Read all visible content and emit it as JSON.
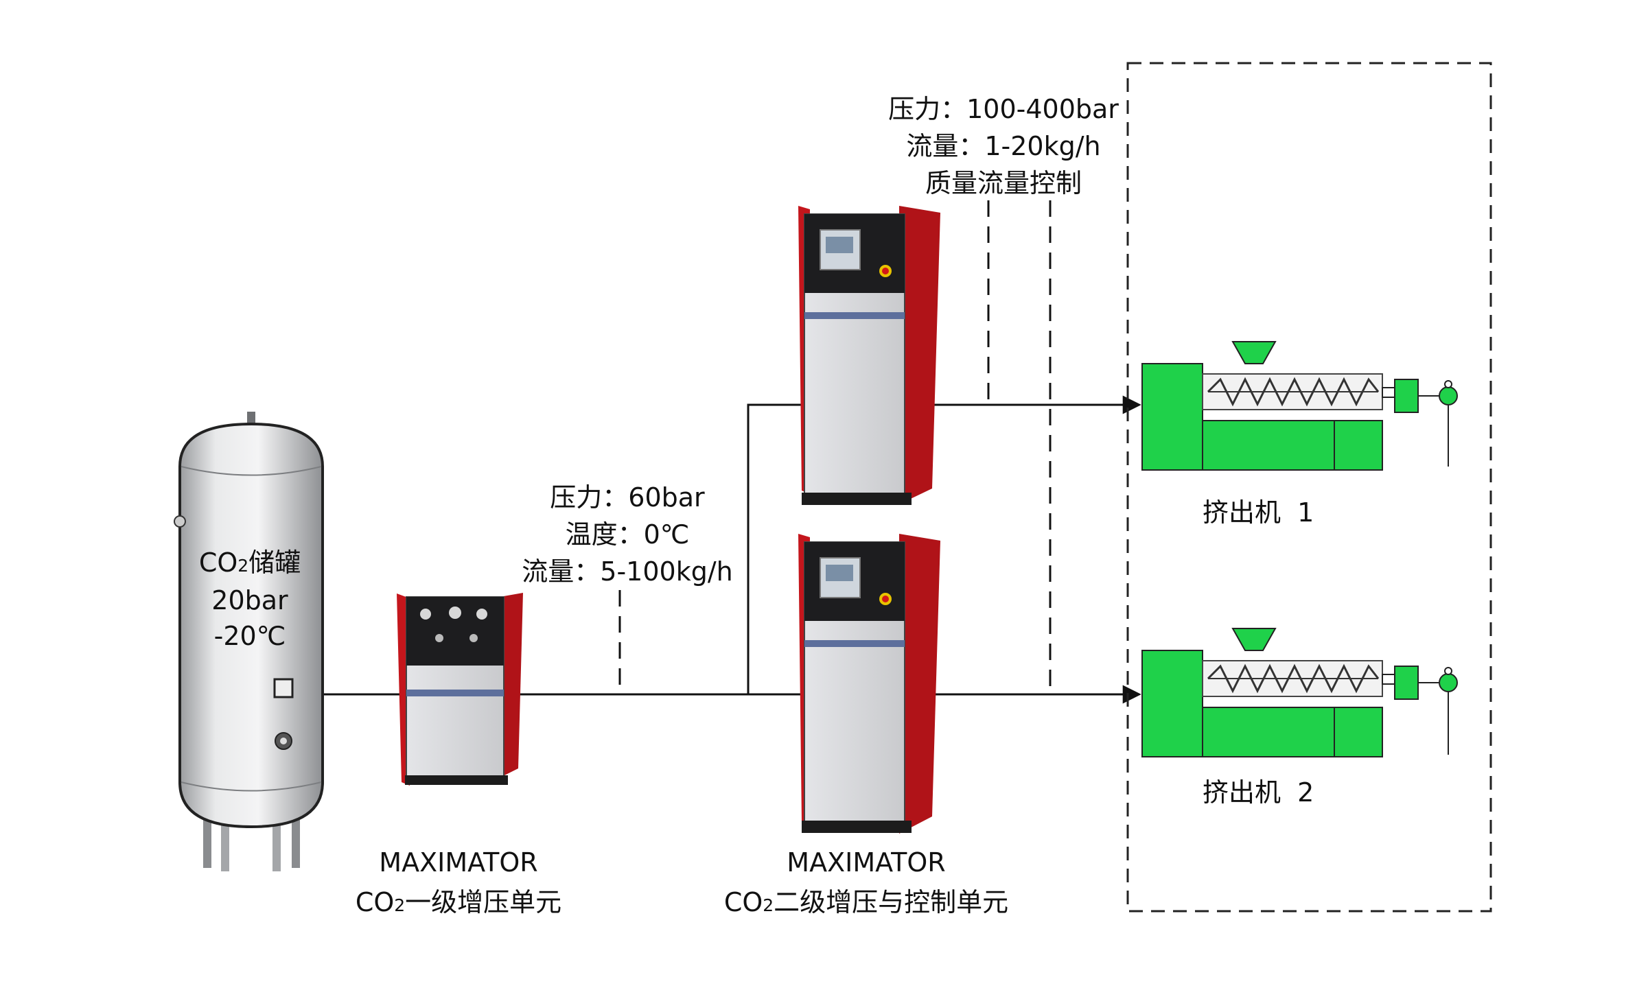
{
  "tank": {
    "line1_main": "CO",
    "line1_sub": "2",
    "line1_rest": "储罐",
    "line2": "20bar",
    "line3": "-20℃"
  },
  "stage1": {
    "brand": "MAXIMATOR",
    "caption_main": "CO",
    "caption_sub": "2",
    "caption_rest": "一级增压单元"
  },
  "stage2": {
    "brand": "MAXIMATOR",
    "caption_main": "CO",
    "caption_sub": "2",
    "caption_rest": "二级增压与控制单元"
  },
  "line_spec_low": {
    "pressure": "压力：60bar",
    "temperature": "温度：0℃",
    "flow": "流量：5-100kg/h"
  },
  "line_spec_high": {
    "pressure": "压力：100-400bar",
    "flow": "流量：1-20kg/h",
    "control": "质量流量控制"
  },
  "extruders": [
    {
      "label": "挤出机  1"
    },
    {
      "label": "挤出机  2"
    }
  ],
  "colors": {
    "extruder_green": "#1fd14a",
    "cabinet_red": "#c4161c",
    "cabinet_grey": "#d7d8dc",
    "tank_silver": "#d9dadc"
  }
}
